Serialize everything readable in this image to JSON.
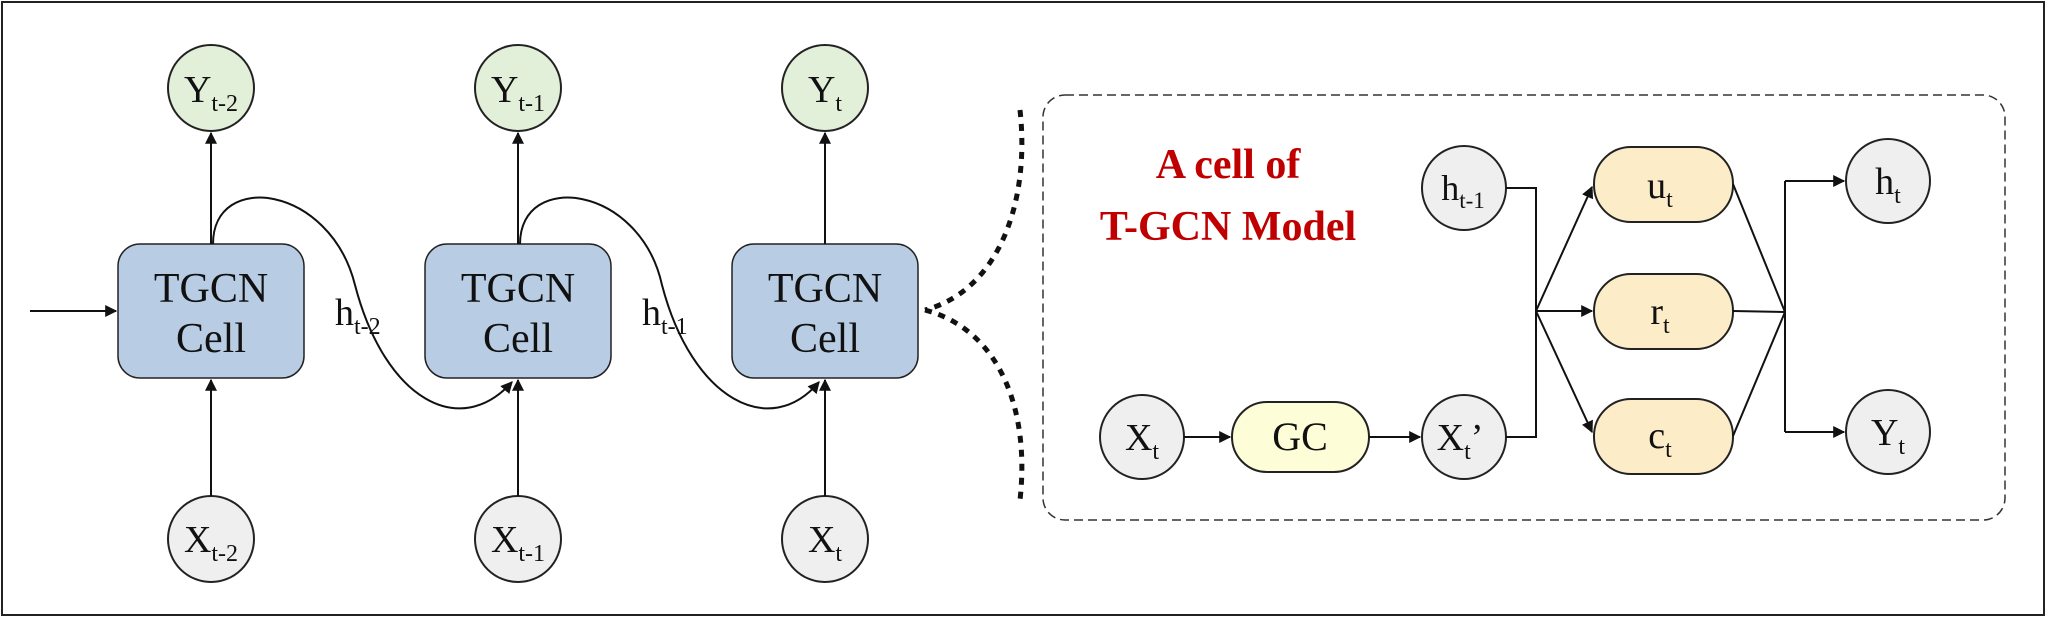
{
  "colors": {
    "output_fill": "#e2efd9",
    "cell_fill": "#b8cce4",
    "neutral_fill": "#efefef",
    "gc_fill": "#fdfdd8",
    "gate_fill": "#fdecc8",
    "title": "#c00000",
    "stroke": "#222222"
  },
  "unrolled": {
    "outputs": [
      {
        "base": "Y",
        "sub": "t-2"
      },
      {
        "base": "Y",
        "sub": "t-1"
      },
      {
        "base": "Y",
        "sub": "t"
      }
    ],
    "cells": [
      {
        "line1": "TGCN",
        "line2": "Cell"
      },
      {
        "line1": "TGCN",
        "line2": "Cell"
      },
      {
        "line1": "TGCN",
        "line2": "Cell"
      }
    ],
    "inputs": [
      {
        "base": "X",
        "sub": "t-2"
      },
      {
        "base": "X",
        "sub": "t-1"
      },
      {
        "base": "X",
        "sub": "t"
      }
    ],
    "hidden_labels": [
      {
        "base": "h",
        "sub": "t-2"
      },
      {
        "base": "h",
        "sub": "t-1"
      }
    ]
  },
  "detail": {
    "title_line1": "A cell of",
    "title_line2": "T-GCN Model",
    "h_prev": {
      "base": "h",
      "sub": "t-1"
    },
    "x_in": {
      "base": "X",
      "sub": "t"
    },
    "gc": "GC",
    "x_prime": {
      "base": "X",
      "sub": "t",
      "mark": "’"
    },
    "gates": [
      {
        "base": "u",
        "sub": "t"
      },
      {
        "base": "r",
        "sub": "t"
      },
      {
        "base": "c",
        "sub": "t"
      }
    ],
    "h_out": {
      "base": "h",
      "sub": "t"
    },
    "y_out": {
      "base": "Y",
      "sub": "t"
    }
  }
}
